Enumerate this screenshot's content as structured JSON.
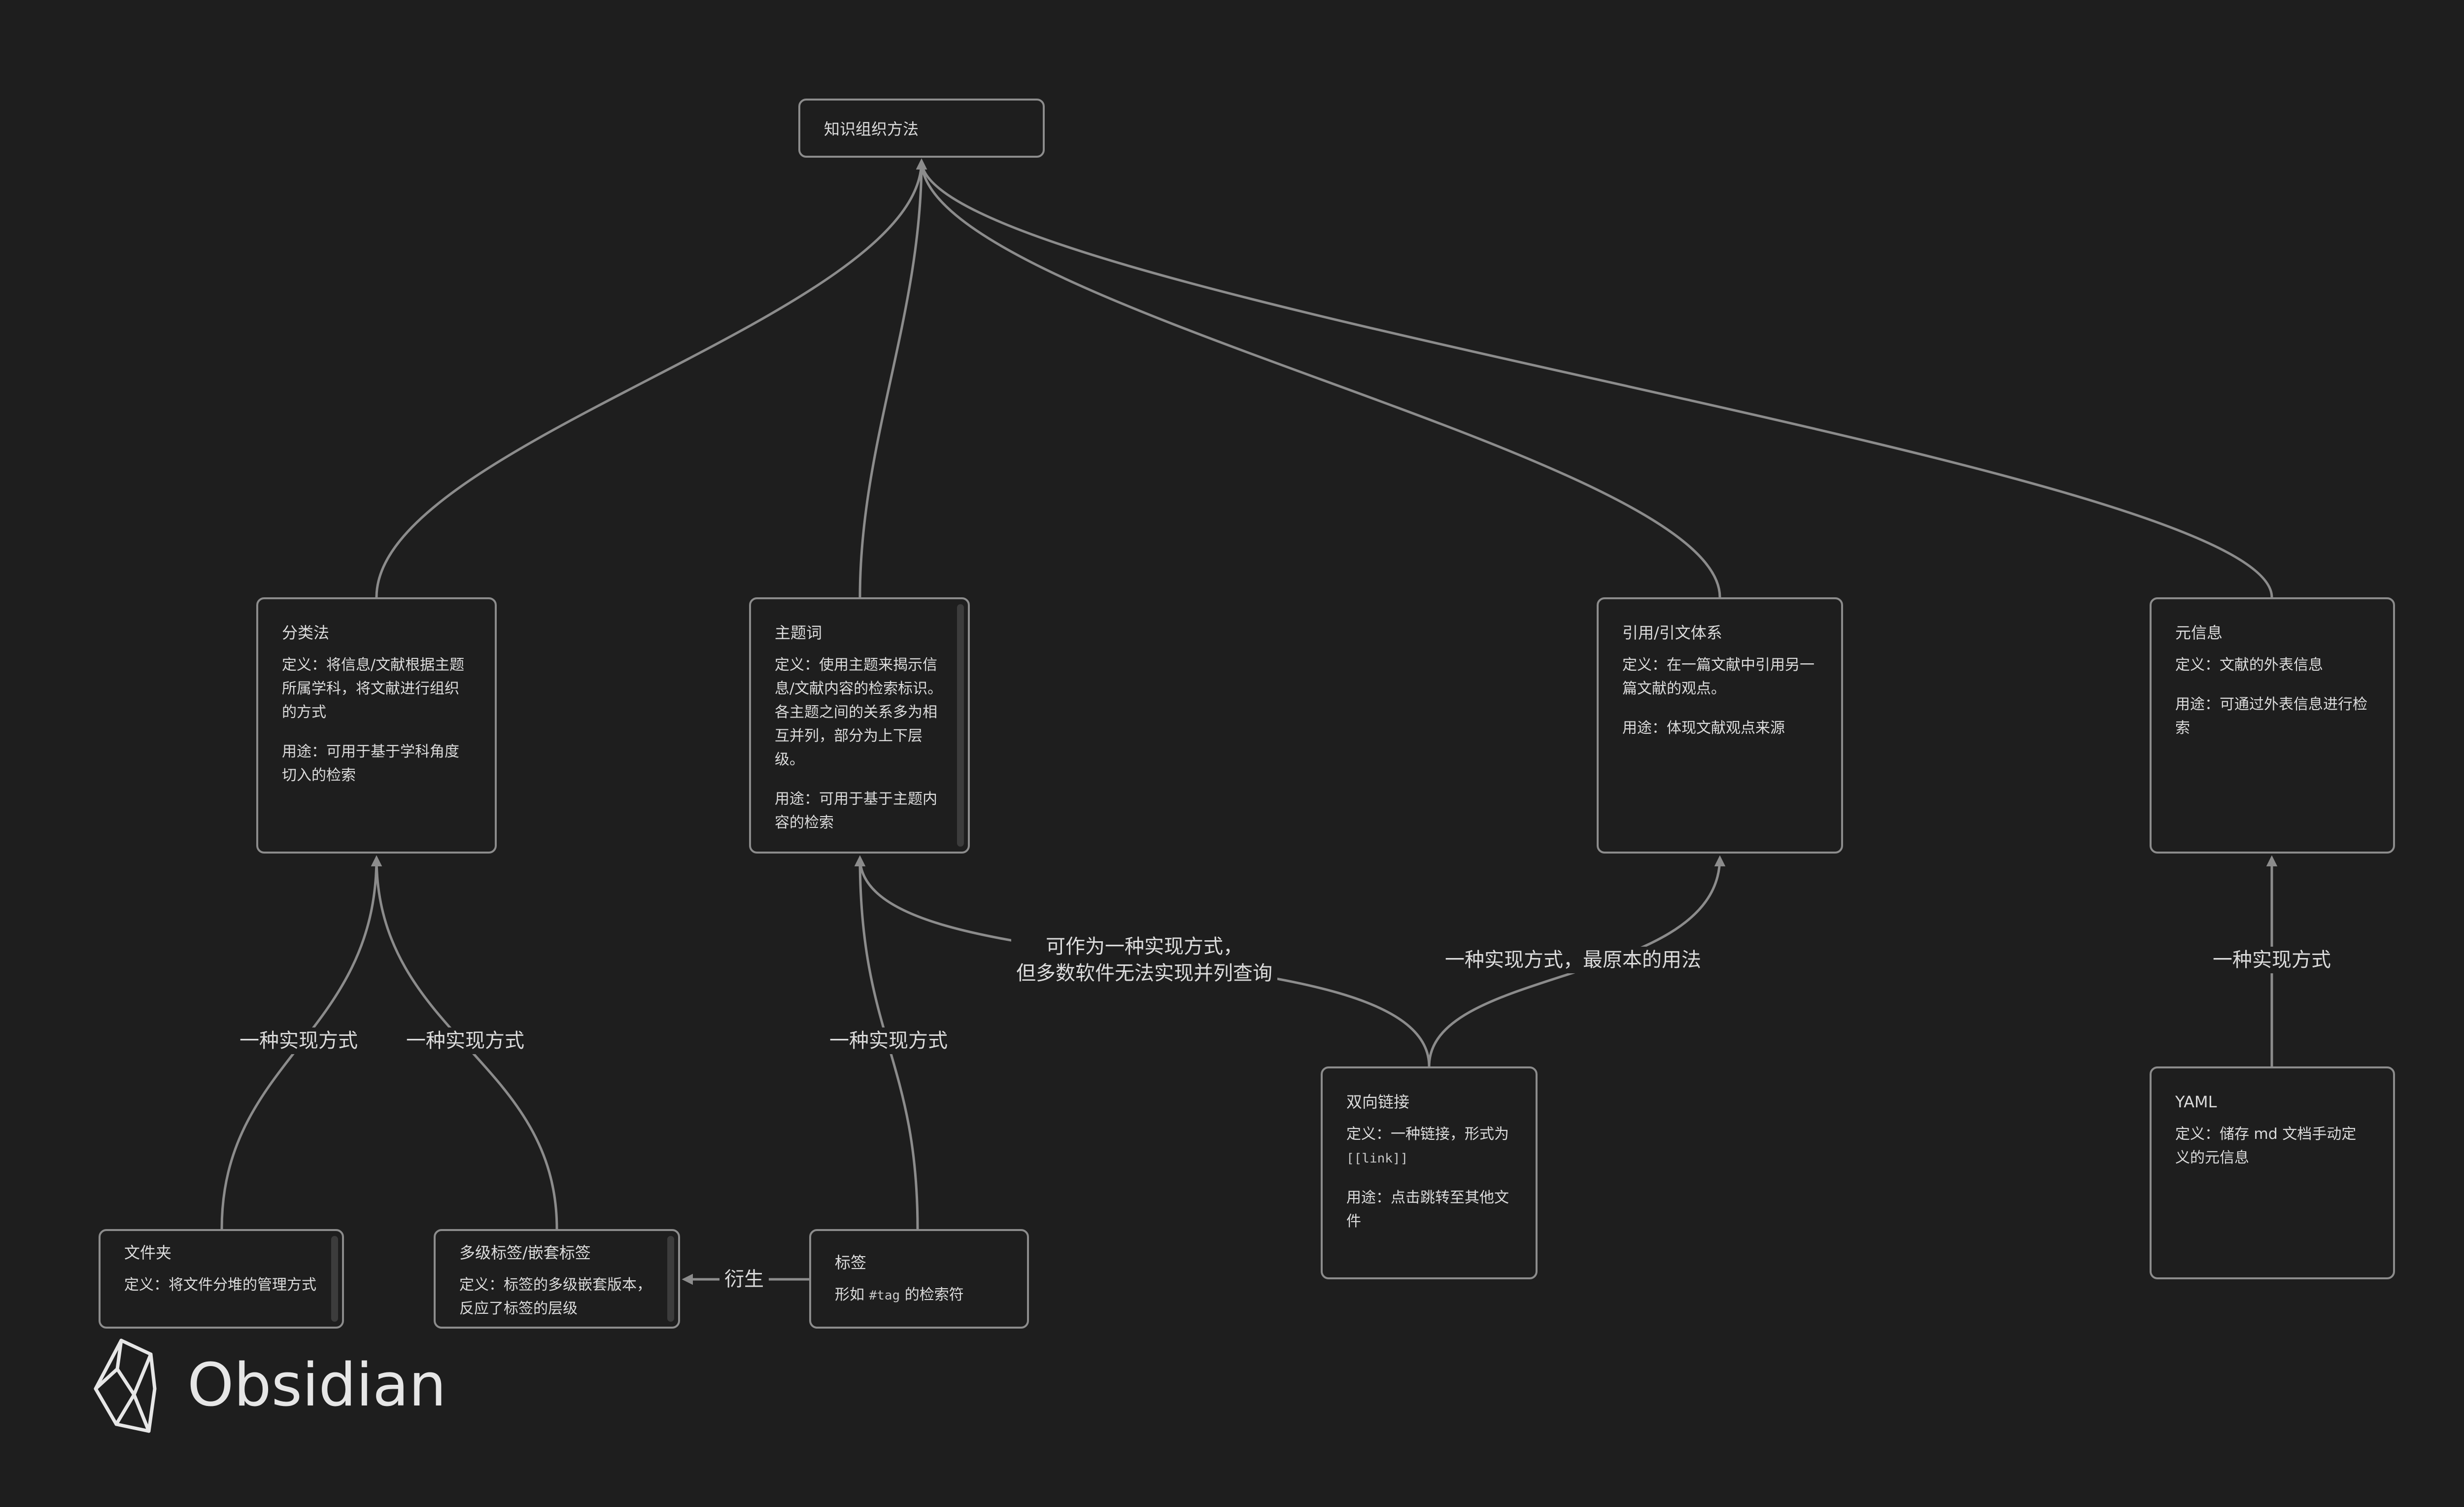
{
  "nodes": {
    "root": {
      "title": "知识组织方法"
    },
    "classification": {
      "title": "分类法",
      "def": "定义：将信息/文献根据主题所属学科，将文献进行组织的方式",
      "use": "用途：可用于基于学科角度切入的检索"
    },
    "subject": {
      "title": "主题词",
      "def": "定义：使用主题来揭示信息/文献内容的检索标识。各主题之间的关系多为相互并列，部分为上下层级。",
      "use": "用途：可用于基于主题内容的检索"
    },
    "citation": {
      "title": "引用/引文体系",
      "def": "定义：在一篇文献中引用另一篇文献的观点。",
      "use": "用途：体现文献观点来源"
    },
    "metadata": {
      "title": "元信息",
      "def": "定义：文献的外表信息",
      "use": "用途：可通过外表信息进行检索"
    },
    "folder": {
      "title": "文件夹",
      "def": "定义：将文件分堆的管理方式"
    },
    "nested_tags": {
      "title": "多级标签/嵌套标签",
      "def": "定义：标签的多级嵌套版本，反应了标签的层级"
    },
    "tag": {
      "title": "标签",
      "def_pre": "形如 ",
      "def_code": "#tag",
      "def_post": " 的检索符"
    },
    "backlink": {
      "title": "双向链接",
      "def_pre": "定义：一种链接，形式为 ",
      "def_code": "[[link]]",
      "use": "用途：点击跳转至其他文件"
    },
    "yaml": {
      "title": "YAML",
      "def": "定义：储存 md 文档手动定义的元信息"
    }
  },
  "edge_labels": {
    "folder_to_classification": "一种实现方式",
    "nested_to_classification": "一种实现方式",
    "tag_to_subject": "一种实现方式",
    "backlink_to_subject_line1": "可作为一种实现方式，",
    "backlink_to_subject_line2": "但多数软件无法实现并列查询",
    "backlink_to_citation": "一种实现方式，最原本的用法",
    "yaml_to_metadata": "一种实现方式",
    "tag_to_nested": "衍生"
  },
  "brand": {
    "name": "Obsidian",
    "icon": "obsidian-crystal-icon"
  },
  "colors": {
    "background": "#1e1e1e",
    "line": "#8c8c8c",
    "text": "#dcdcdc"
  }
}
